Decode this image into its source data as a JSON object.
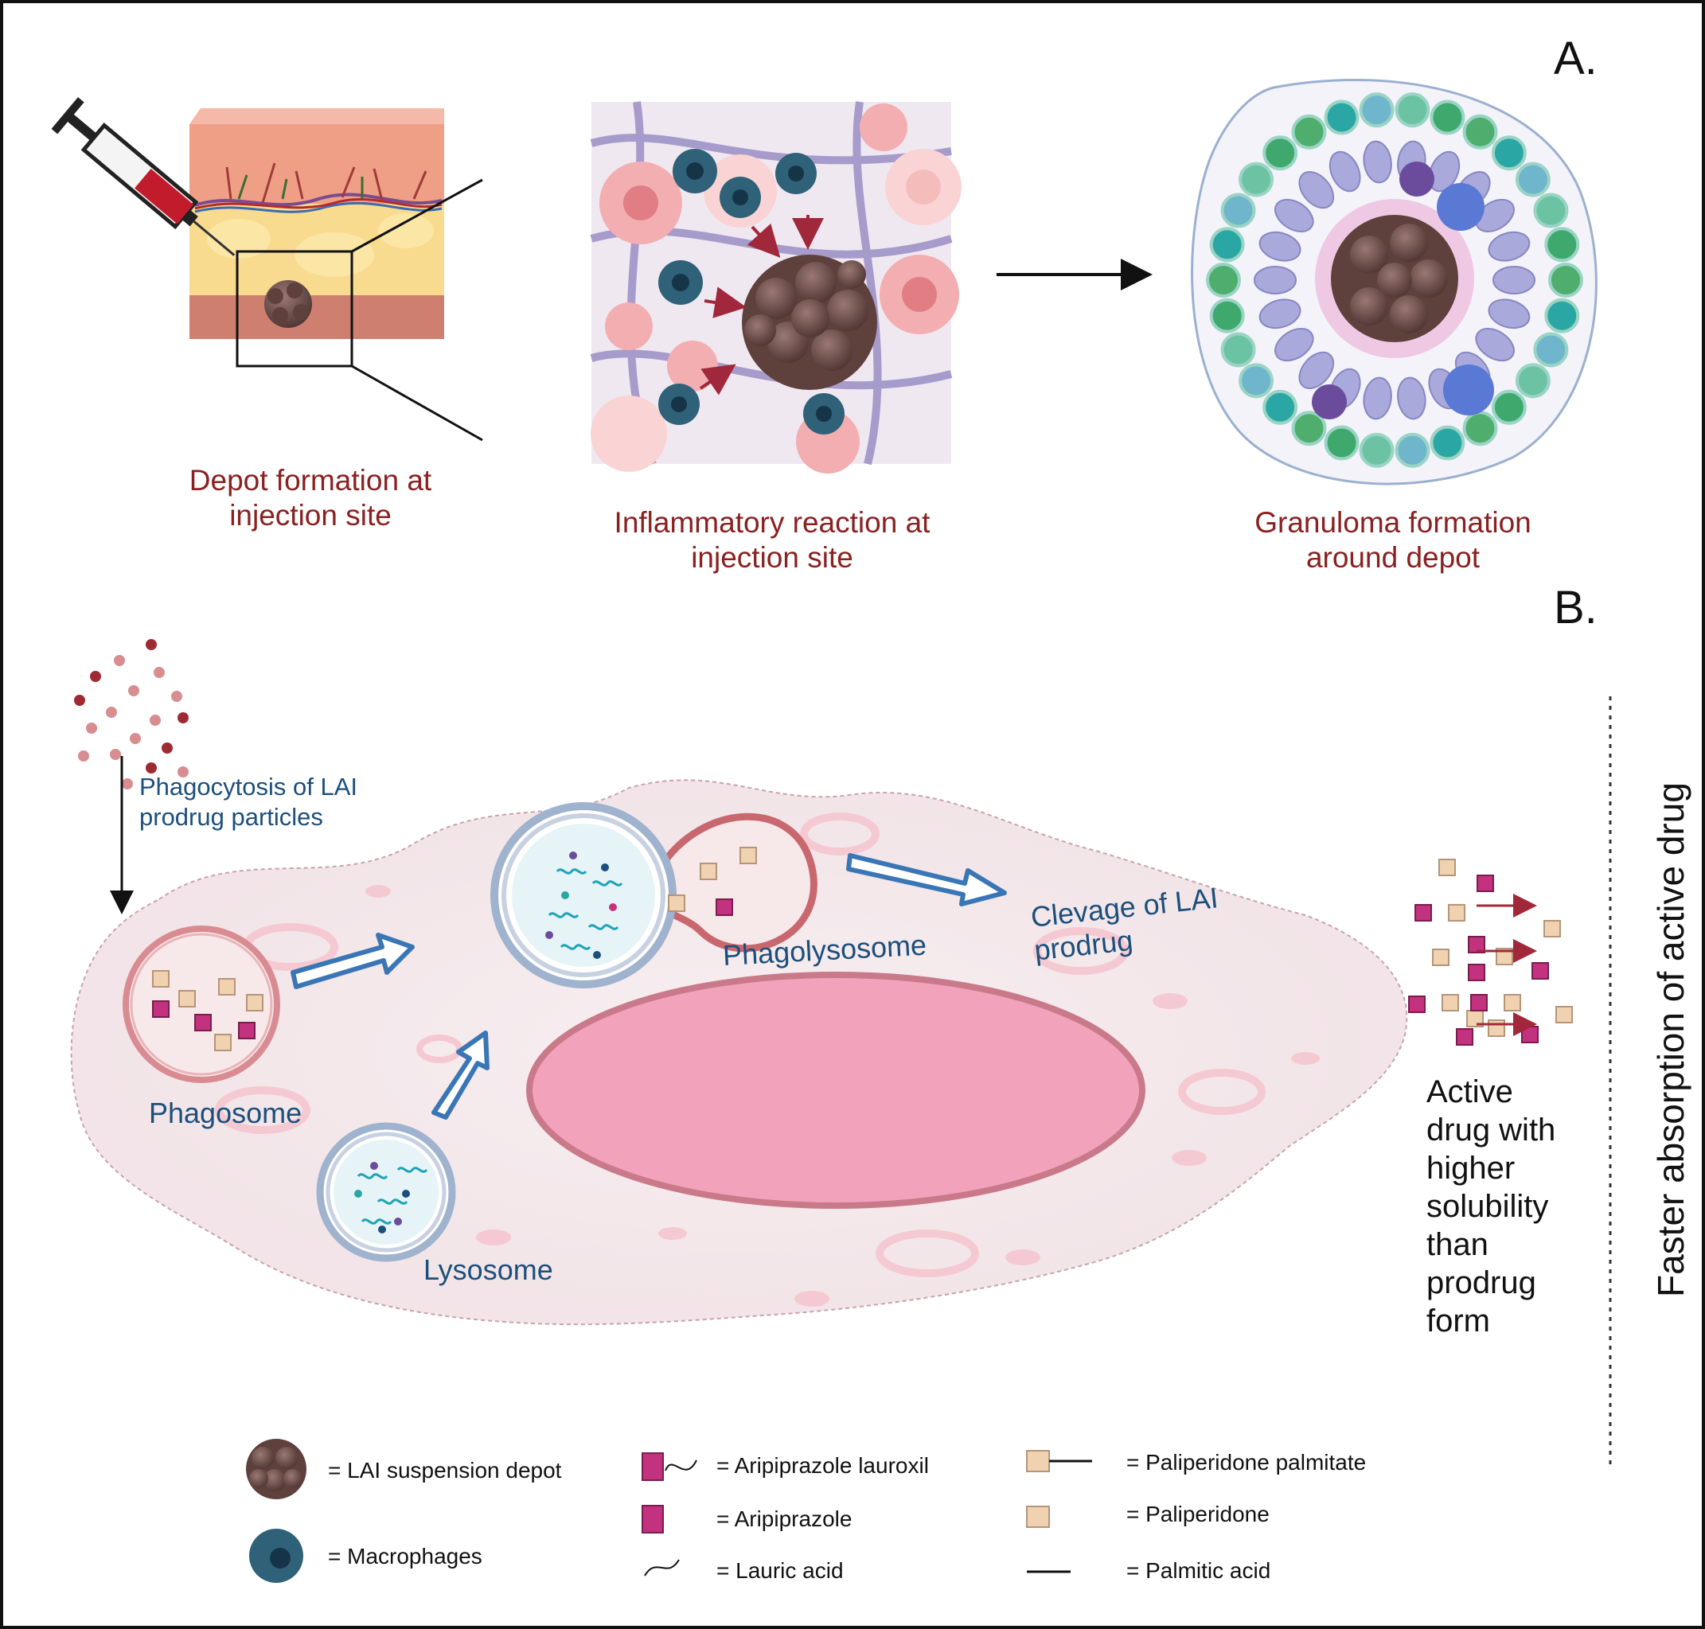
{
  "panels": {
    "a": "A.",
    "b": "B."
  },
  "captions": {
    "depot": [
      "Depot formation at",
      "injection site"
    ],
    "inflammatory": [
      "Inflammatory reaction at",
      "injection site"
    ],
    "granuloma": [
      "Granuloma formation",
      "around depot"
    ]
  },
  "cell_labels": {
    "phagocytosis": [
      "Phagocytosis of LAI",
      "prodrug particles"
    ],
    "phagosome": "Phagosome",
    "lysosome": "Lysosome",
    "phagolysosome": "Phagolysosome",
    "cleavage": [
      "Clevage of LAI",
      "prodrug"
    ],
    "active_drug": [
      "Active",
      "drug with",
      "higher",
      "solubility",
      "than",
      "prodrug",
      "form"
    ],
    "absorption": "Faster absorption of active drug"
  },
  "legend": {
    "depot": "=  LAI suspension depot",
    "macrophages": "=  Macrophages",
    "aripiprazole_lauroxil": "=  Aripiprazole lauroxil",
    "aripiprazole": "=  Aripiprazole",
    "lauric_acid": "=  Lauric acid",
    "paliperidone_palmitate": "=  Paliperidone palmitate",
    "paliperidone": "=  Paliperidone",
    "palmitic_acid": "=  Palmitic acid"
  },
  "colors": {
    "caption_red": "#8b2020",
    "label_blue": "#1c4f7c",
    "aripiprazole_magenta": "#c2327e",
    "paliperidone_tan": "#f1d2b0",
    "nucleus_pink": "#f2a3bb",
    "depot_brown": "#6b4a47",
    "macrophage_teal": "#2f6178"
  },
  "icons": [
    "syringe-icon",
    "skin-section-icon",
    "depot-icon",
    "macrophage-icon",
    "granuloma-icon",
    "arrow-icon"
  ]
}
